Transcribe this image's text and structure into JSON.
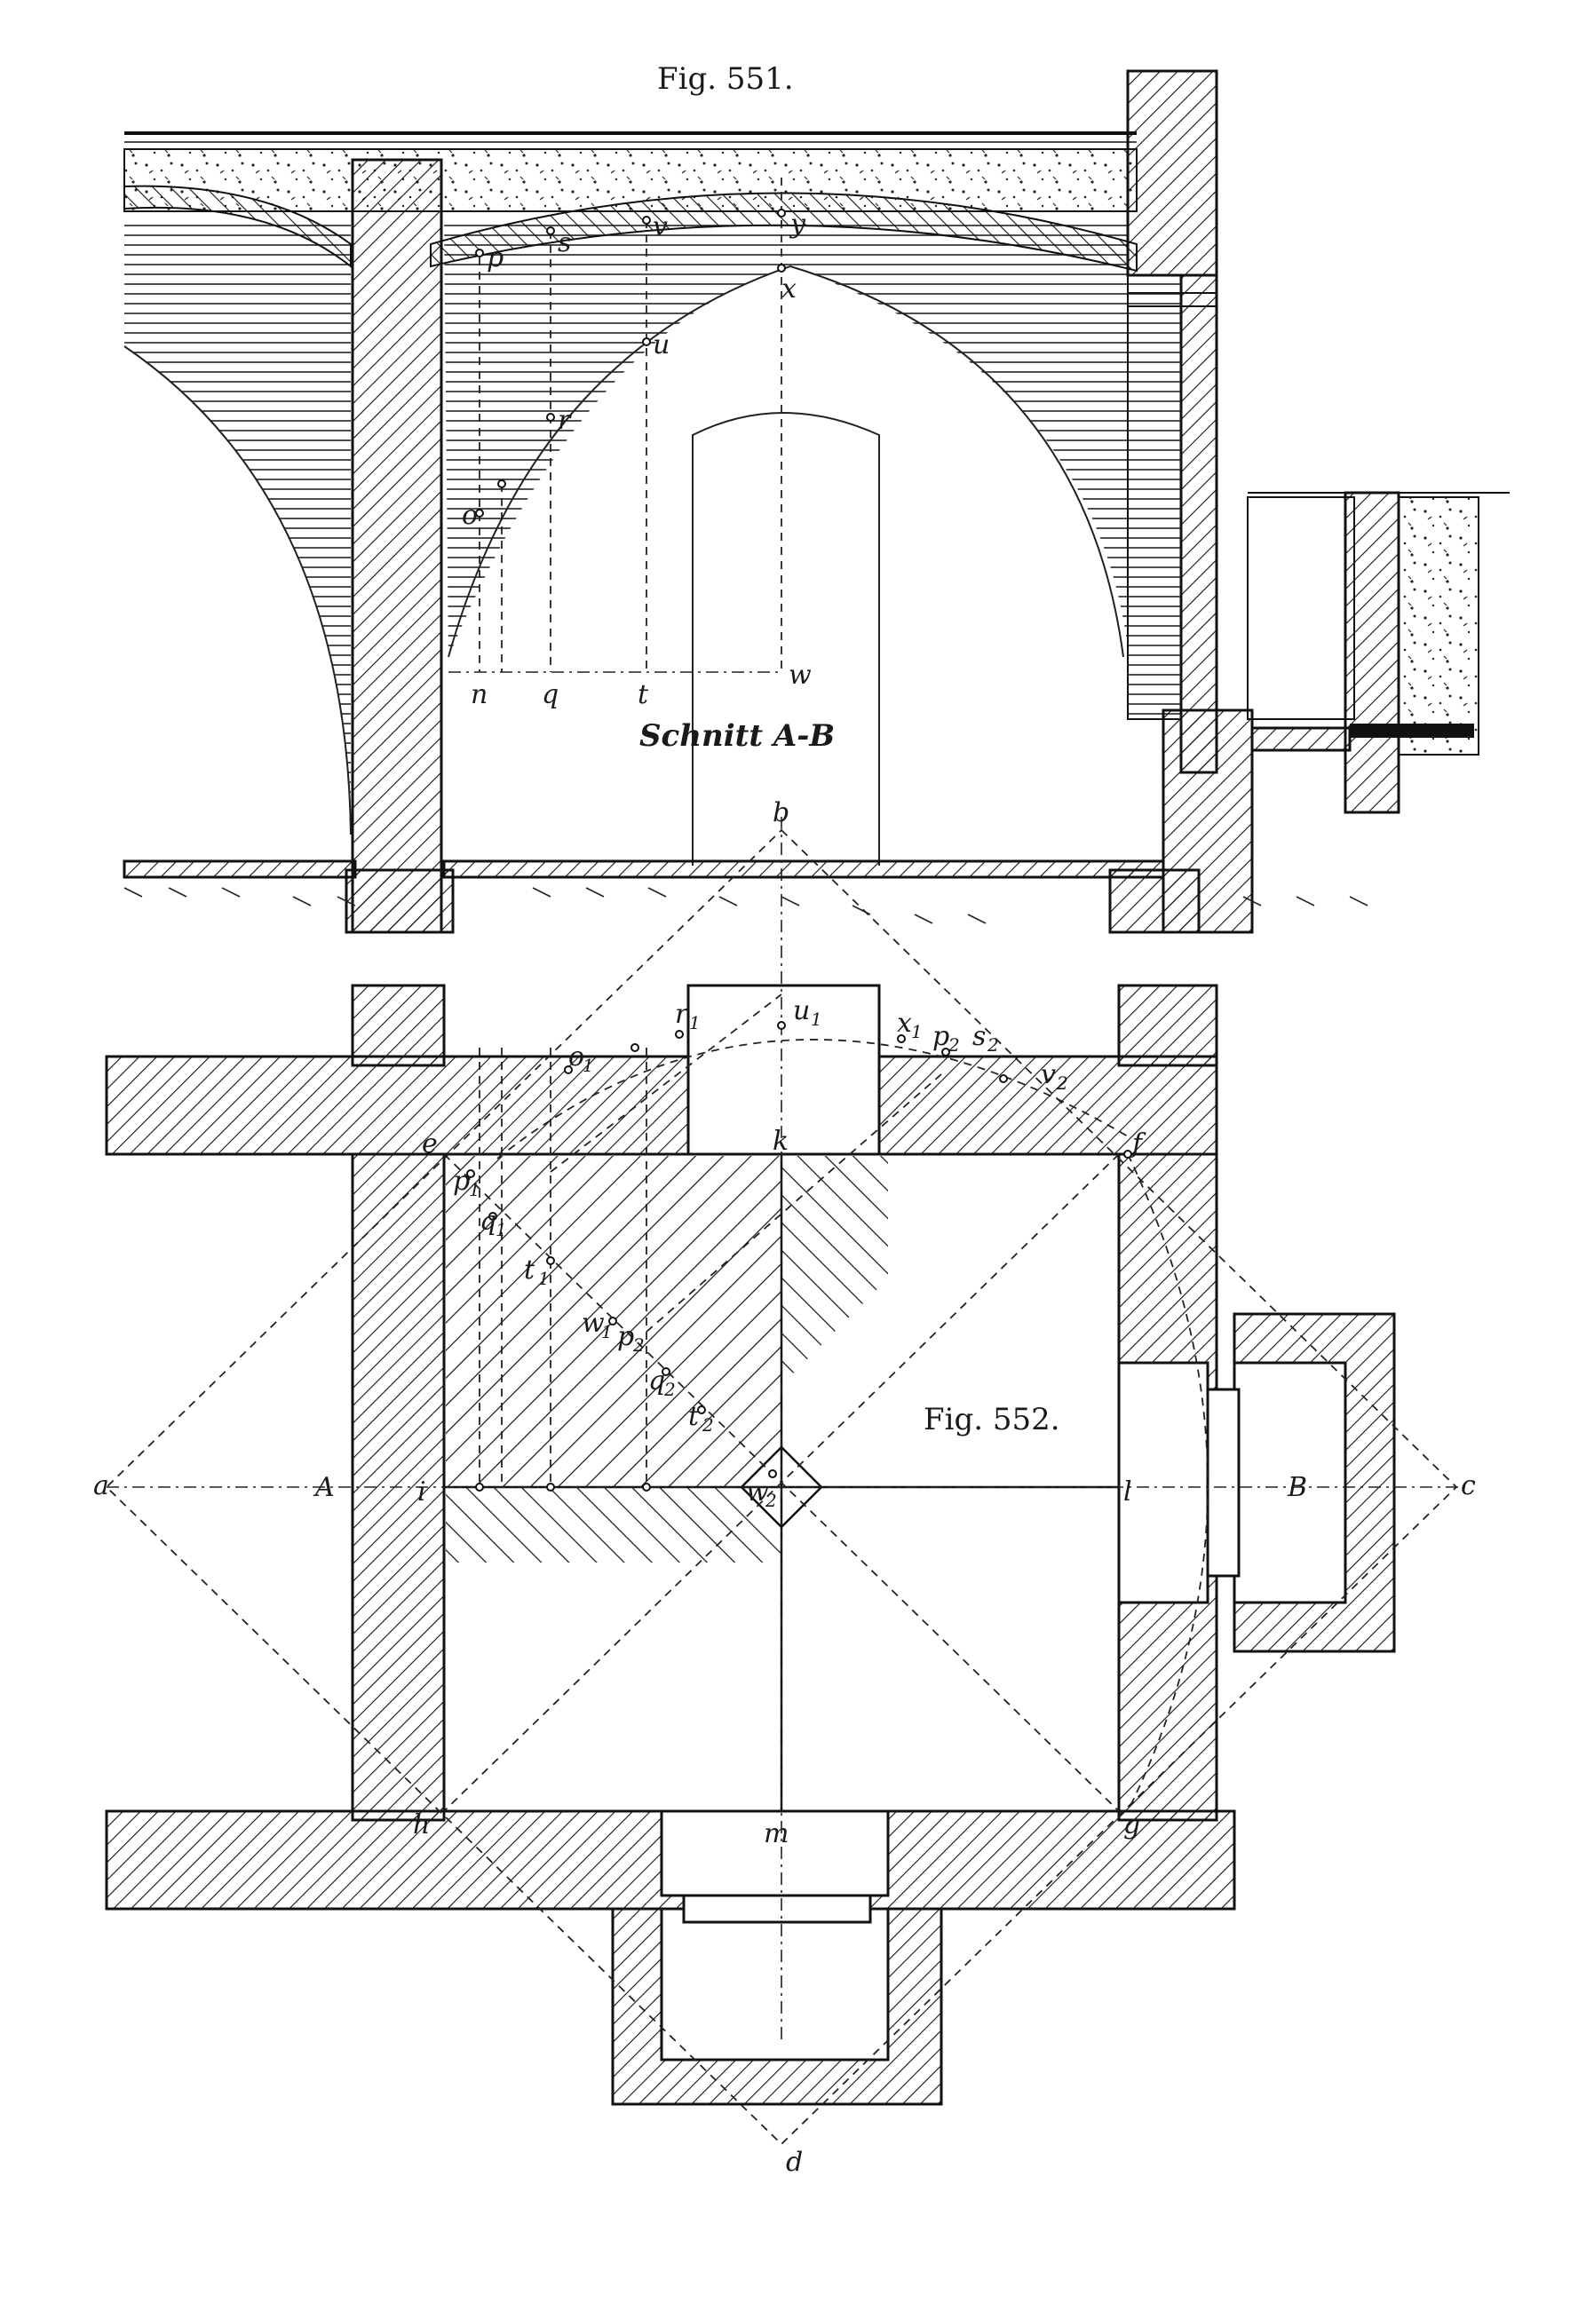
{
  "figures": {
    "fig551": {
      "title": "Fig. 551.",
      "caption": "Schnitt A-B"
    },
    "fig552": {
      "title": "Fig. 552."
    }
  },
  "labels": {
    "p": "p",
    "s": "s",
    "v": "v",
    "y": "y",
    "x": "x",
    "u": "u",
    "r": "r",
    "o": "o",
    "n": "n",
    "q": "q",
    "t": "t",
    "w": "w",
    "b": "b",
    "a": "a",
    "A": "A",
    "i": "i",
    "k": "k",
    "e": "e",
    "f": "f",
    "l": "l",
    "B": "B",
    "c": "c",
    "h": "h",
    "m": "m",
    "g": "g",
    "d": "d",
    "u1": "u",
    "r1": "r",
    "o1": "o",
    "x1": "x",
    "p2": "p",
    "s2": "s",
    "v2": "v",
    "p1": "p",
    "q1": "q",
    "t1": "t",
    "w1": "w",
    "q2": "q",
    "t2": "t",
    "w2": "w",
    "sub1": "1",
    "sub2": "2"
  },
  "colors": {
    "ink": "#111111",
    "paper": "#ffffff"
  }
}
